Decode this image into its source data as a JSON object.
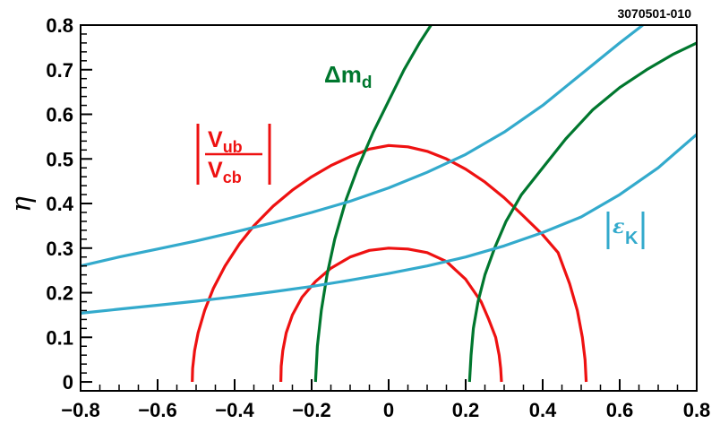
{
  "chart_data": {
    "type": "line",
    "title": "",
    "id_label": "3070501-010",
    "xlabel": "",
    "ylabel": "η",
    "xlim": [
      -0.8,
      0.8
    ],
    "ylim": [
      -0.02,
      0.8
    ],
    "x_ticks": [
      "−0.8",
      "−0.6",
      "−0.4",
      "−0.2",
      "0",
      "0.2",
      "0.4",
      "0.6",
      "0.8"
    ],
    "x_tick_values": [
      -0.8,
      -0.6,
      -0.4,
      -0.2,
      0,
      0.2,
      0.4,
      0.6,
      0.8
    ],
    "y_ticks": [
      "0",
      "0.1",
      "0.2",
      "0.3",
      "0.4",
      "0.5",
      "0.6",
      "0.7",
      "0.8"
    ],
    "y_tick_values": [
      0,
      0.1,
      0.2,
      0.3,
      0.4,
      0.5,
      0.6,
      0.7,
      0.8
    ],
    "grid": false,
    "annotations": {
      "dmd": {
        "delta": "Δ",
        "m": "m",
        "sub": "d",
        "color": "#00772e"
      },
      "vub_vcb": {
        "num": "V",
        "num_sub": "ub",
        "den": "V",
        "den_sub": "cb",
        "color": "#ee1111"
      },
      "eps_k": {
        "eps": "ε",
        "sub": "K",
        "color": "#33aacc"
      }
    },
    "series": [
      {
        "color": "#ee1111",
        "x": [
          -0.51,
          -0.509,
          -0.504,
          -0.495,
          -0.478,
          -0.455,
          -0.425,
          -0.387,
          -0.35,
          -0.3,
          -0.25,
          -0.2,
          -0.15,
          -0.1,
          -0.05,
          0,
          0.05,
          0.1,
          0.15,
          0.2,
          0.25,
          0.3,
          0.35,
          0.4,
          0.44,
          0.47,
          0.49,
          0.503,
          0.51,
          0.513
        ],
        "y": [
          0,
          0.03,
          0.07,
          0.11,
          0.16,
          0.21,
          0.26,
          0.31,
          0.35,
          0.394,
          0.43,
          0.46,
          0.485,
          0.505,
          0.522,
          0.53,
          0.527,
          0.517,
          0.5,
          0.477,
          0.448,
          0.413,
          0.372,
          0.33,
          0.29,
          0.22,
          0.16,
          0.1,
          0.05,
          0
        ]
      },
      {
        "color": "#ee1111",
        "x": [
          -0.28,
          -0.279,
          -0.275,
          -0.266,
          -0.25,
          -0.225,
          -0.19,
          -0.15,
          -0.1,
          -0.05,
          0,
          0.05,
          0.1,
          0.15,
          0.2,
          0.24,
          0.26,
          0.278,
          0.287,
          0.291,
          0.293
        ],
        "y": [
          0,
          0.035,
          0.07,
          0.11,
          0.15,
          0.19,
          0.225,
          0.255,
          0.28,
          0.295,
          0.3,
          0.298,
          0.29,
          0.27,
          0.23,
          0.18,
          0.14,
          0.1,
          0.06,
          0.03,
          0
        ]
      },
      {
        "color": "#00772e",
        "x": [
          -0.19,
          -0.185,
          -0.175,
          -0.16,
          -0.14,
          -0.11,
          -0.08,
          -0.04,
          0,
          0.04,
          0.08,
          0.11
        ],
        "y": [
          0,
          0.08,
          0.16,
          0.24,
          0.32,
          0.41,
          0.48,
          0.56,
          0.63,
          0.7,
          0.76,
          0.8
        ]
      },
      {
        "color": "#00772e",
        "x": [
          0.21,
          0.214,
          0.22,
          0.232,
          0.25,
          0.275,
          0.305,
          0.345,
          0.4,
          0.46,
          0.53,
          0.6,
          0.67,
          0.74,
          0.8
        ],
        "y": [
          0,
          0.06,
          0.12,
          0.18,
          0.24,
          0.3,
          0.36,
          0.42,
          0.48,
          0.545,
          0.61,
          0.66,
          0.7,
          0.735,
          0.76
        ]
      },
      {
        "color": "#33aacc",
        "x": [
          -0.8,
          -0.7,
          -0.6,
          -0.5,
          -0.4,
          -0.3,
          -0.2,
          -0.1,
          0,
          0.1,
          0.2,
          0.3,
          0.4,
          0.5,
          0.6,
          0.66
        ],
        "y": [
          0.26,
          0.28,
          0.298,
          0.316,
          0.336,
          0.357,
          0.38,
          0.405,
          0.435,
          0.47,
          0.51,
          0.56,
          0.62,
          0.69,
          0.76,
          0.8
        ]
      },
      {
        "color": "#33aacc",
        "x": [
          -0.8,
          -0.7,
          -0.6,
          -0.5,
          -0.4,
          -0.3,
          -0.2,
          -0.1,
          0,
          0.1,
          0.2,
          0.3,
          0.4,
          0.5,
          0.6,
          0.7,
          0.8
        ],
        "y": [
          0.154,
          0.163,
          0.172,
          0.181,
          0.191,
          0.202,
          0.214,
          0.228,
          0.243,
          0.26,
          0.28,
          0.305,
          0.335,
          0.37,
          0.42,
          0.48,
          0.555
        ]
      }
    ]
  }
}
